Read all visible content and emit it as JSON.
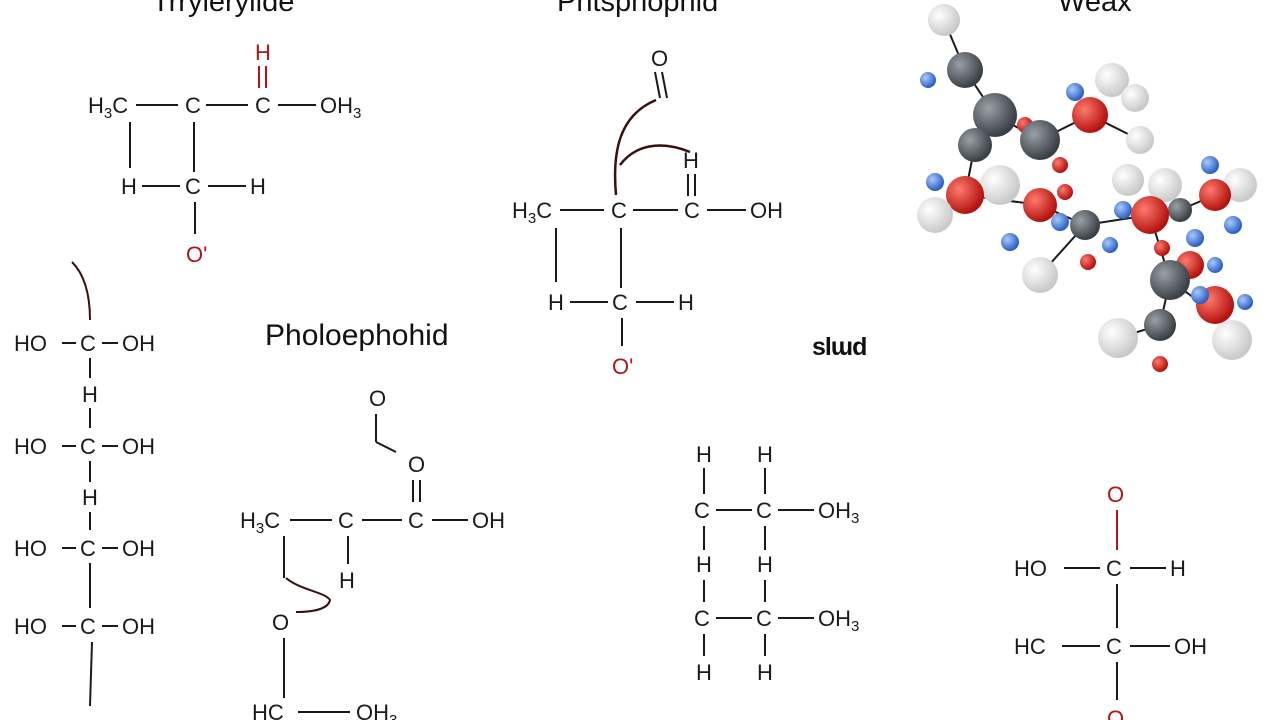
{
  "titles": {
    "top_left": "Trrylerylide",
    "top_center": "Phtsphophid",
    "top_right": "Weax",
    "middle": "Pholoephohid",
    "side_label": "slɯd"
  },
  "atoms": {
    "H": "H",
    "C": "C",
    "O": "O",
    "O_prime": "O'",
    "H3C_prefix": "H",
    "sub3": "3",
    "OH": "OH",
    "HO": "HO",
    "HC": "HC",
    "OH3": "OH"
  },
  "colors": {
    "text": "#1a1a1a",
    "oxygen": "#b0141c",
    "arrow": "#3a0f0f",
    "atom_carbon": "#555a60",
    "atom_oxygen": "#d8231f",
    "atom_hydrogen": "#e8e8e8",
    "atom_nitrogen": "#3b78d8"
  }
}
